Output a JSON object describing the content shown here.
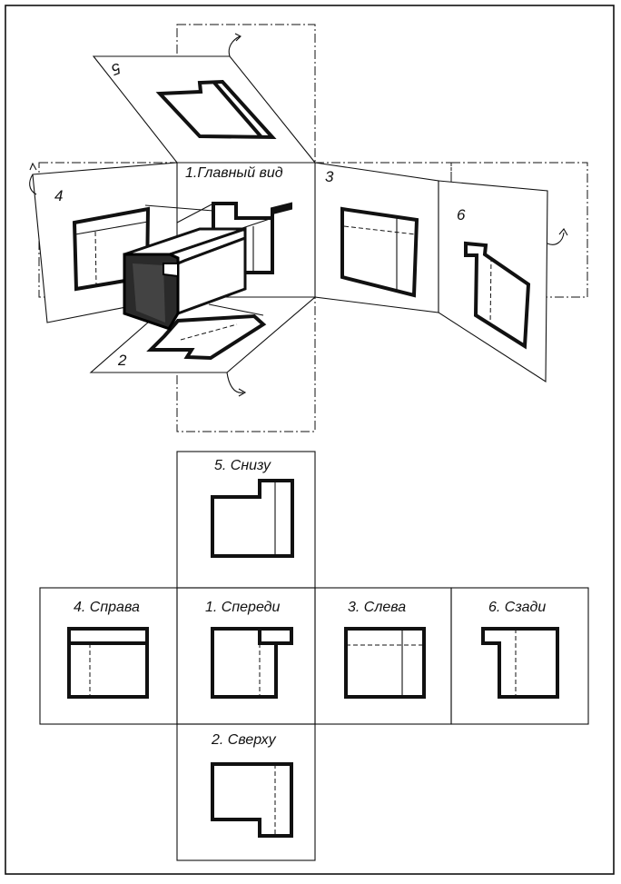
{
  "pictorial": {
    "main_view_label": "1.Главный вид",
    "plane_labels": {
      "bottom_view": "5",
      "left": "4",
      "right": "3",
      "back": "6",
      "top": "2"
    }
  },
  "views": {
    "bottom": "5. Снизу",
    "right_side": "4. Справа",
    "front": "1. Спереди",
    "left_side": "3. Слева",
    "back": "6. Сзади",
    "top": "2. Сверху"
  }
}
